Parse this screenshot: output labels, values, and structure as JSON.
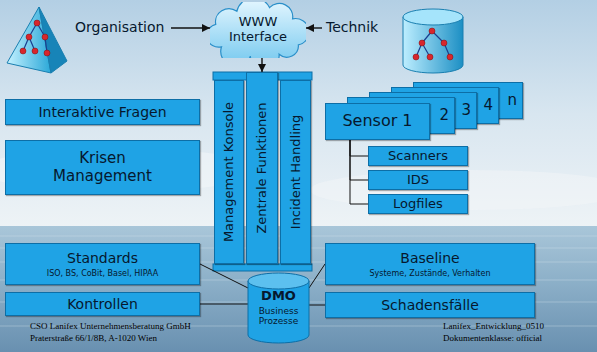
{
  "diagram": {
    "nodes": [
      {
        "text": [
          "Organisation"
        ]
      },
      {
        "text": [
          "WWW Interface"
        ]
      },
      {
        "text": [
          "Technik"
        ]
      },
      {
        "text": [
          "Interaktive Fragen"
        ]
      },
      {
        "text": [
          "Management Konsole"
        ]
      },
      {
        "text": [
          "Zentrale Funktionen"
        ]
      },
      {
        "text": [
          "Incident Handling"
        ]
      },
      {
        "text": [
          "Sensor 1"
        ]
      },
      {
        "text": [
          "2"
        ]
      },
      {
        "text": [
          "3"
        ]
      },
      {
        "text": [
          "4"
        ]
      },
      {
        "text": [
          "n"
        ]
      },
      {
        "text": [
          "Krisen Management"
        ]
      },
      {
        "text": [
          "Scanners"
        ]
      },
      {
        "text": [
          "IDS"
        ]
      },
      {
        "text": [
          "Logfiles"
        ]
      },
      {
        "text": [
          "Standards",
          "ISO, BS, CoBit, Basel, HIPAA"
        ]
      },
      {
        "text": [
          "Baseline",
          "Systeme, Zustände, Verhalten"
        ]
      },
      {
        "text": [
          "Kontrollen"
        ]
      },
      {
        "text": [
          "DMO",
          "Business Prozesse"
        ]
      },
      {
        "text": [
          "Schadensfälle"
        ]
      }
    ],
    "edges": [
      {
        "from": 0,
        "to": 1,
        "arrow": "to"
      },
      {
        "from": 2,
        "to": 1,
        "arrow": "to"
      },
      {
        "from": 1,
        "to": 5,
        "arrow": "to"
      },
      {
        "from": 7,
        "to": 13,
        "arrow": "none"
      },
      {
        "from": 7,
        "to": 14,
        "arrow": "none"
      },
      {
        "from": 7,
        "to": 15,
        "arrow": "none"
      },
      {
        "from": 16,
        "to": 19,
        "arrow": "none"
      },
      {
        "from": 18,
        "to": 19,
        "arrow": "none"
      },
      {
        "from": 17,
        "to": 19,
        "arrow": "none"
      },
      {
        "from": 20,
        "to": 19,
        "arrow": "none"
      }
    ],
    "labels": [
      "CSO Lanifex Unternehmensberatung GmbH",
      "Praterstraße 66/1/8B, A-1020 Wien",
      "Lanifex_Entwicklung_0510",
      "Dokumentenklasse: official"
    ]
  }
}
